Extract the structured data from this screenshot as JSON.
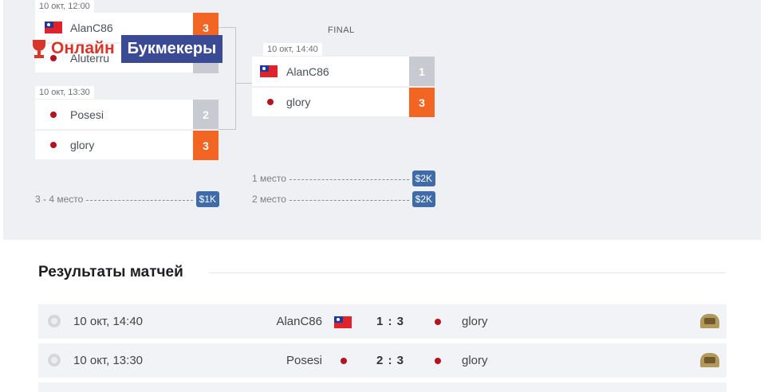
{
  "bracket": {
    "final_label": "FINAL",
    "semi1": {
      "time": "10 окт, 12:00",
      "team1": {
        "name": "AlanC86",
        "flag": "tw-flag",
        "score": "3",
        "result": "win"
      },
      "team2": {
        "name": "Aluterru",
        "flag": "jp-dot",
        "score": "",
        "result": "lose"
      }
    },
    "semi2": {
      "time": "10 окт, 13:30",
      "team1": {
        "name": "Posesi",
        "flag": "jp-dot",
        "score": "2",
        "result": "lose"
      },
      "team2": {
        "name": "glory",
        "flag": "jp-dot",
        "score": "3",
        "result": "win"
      }
    },
    "final": {
      "time": "10 окт, 14:40",
      "team1": {
        "name": "AlanC86",
        "flag": "tw-flag",
        "score": "1",
        "result": "lose"
      },
      "team2": {
        "name": "glory",
        "flag": "jp-dot",
        "score": "3",
        "result": "win"
      }
    },
    "prizes": {
      "third_fourth": {
        "label": "3 - 4 место",
        "amount": "$1K"
      },
      "first": {
        "label": "1 место",
        "amount": "$2K"
      },
      "second": {
        "label": "2 место",
        "amount": "$2K"
      }
    }
  },
  "watermark": {
    "word1": "Онлайн",
    "word2": "Букмекеры",
    "icon": "trophy-icon"
  },
  "results": {
    "title": "Результаты матчей",
    "rows": [
      {
        "date": "10 окт, 14:40",
        "home": "AlanC86",
        "home_flag": "tw-flag",
        "score": "1 : 3",
        "away": "glory",
        "away_flag": "jp-dot",
        "game_icon": "game-icon"
      },
      {
        "date": "10 окт, 13:30",
        "home": "Posesi",
        "home_flag": "jp-dot",
        "score": "2 : 3",
        "away": "glory",
        "away_flag": "jp-dot",
        "game_icon": "game-icon"
      }
    ]
  },
  "colors": {
    "win": "#f26522",
    "lose": "#c7cad1",
    "badge": "#3f6ca8",
    "watermark_red": "#d8362a",
    "watermark_blue": "#3b4a95"
  }
}
